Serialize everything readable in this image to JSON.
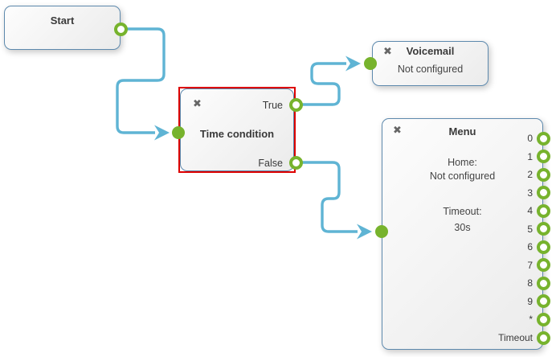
{
  "colors": {
    "node-border": "#5d89ad",
    "node-fill-top": "#fdfdfd",
    "node-fill-bottom": "#ebebeb",
    "wire": "#5fb4d4",
    "port-green": "#77b32d",
    "selection-red": "#dd0000",
    "title-text": "#3a3a3a",
    "body-text": "#444444",
    "icon-gray": "#666666"
  },
  "icons": {
    "close": "✖"
  },
  "nodes": {
    "start": {
      "title": "Start"
    },
    "time_condition": {
      "title": "Time condition",
      "selected": true,
      "outputs": [
        {
          "label": "True"
        },
        {
          "label": "False"
        }
      ]
    },
    "voicemail": {
      "title": "Voicemail",
      "status": "Not configured"
    },
    "menu": {
      "title": "Menu",
      "home_label": "Home:",
      "home_value": "Not configured",
      "timeout_label": "Timeout:",
      "timeout_value": "30s",
      "outputs": [
        "0",
        "1",
        "2",
        "3",
        "4",
        "5",
        "6",
        "7",
        "8",
        "9",
        "*",
        "Timeout"
      ]
    }
  }
}
